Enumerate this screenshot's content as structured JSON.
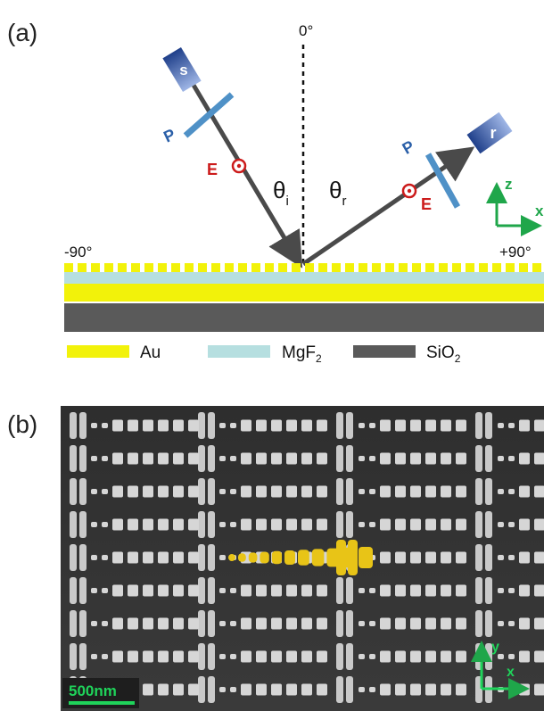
{
  "panel_a": {
    "label": "(a)",
    "normal_angle": "0°",
    "left_angle": "-90°",
    "right_angle": "+90°",
    "theta_i": "θ",
    "theta_i_sub": "i",
    "theta_r": "θ",
    "theta_r_sub": "r",
    "incident_box_label": "s",
    "reflected_box_label": "r",
    "polarizer_label_in": "P",
    "polarizer_label_out": "P",
    "field_label_in": "E",
    "field_label_out": "E",
    "axis_z": "z",
    "axis_x": "x",
    "legend": [
      {
        "label": "Au",
        "color": "#f2f20a"
      },
      {
        "label": "MgF",
        "sub": "2",
        "color": "#b6dfe0"
      },
      {
        "label": "SiO",
        "sub": "2",
        "color": "#5a5a5a"
      }
    ],
    "colors": {
      "beam": "#4a4a4a",
      "red": "#cc1b1b",
      "blue": "#2a5fa8",
      "green": "#1fa64a"
    }
  },
  "panel_b": {
    "label": "(b)",
    "scale_bar": "500nm",
    "axis_y": "y",
    "axis_x": "x",
    "highlight_color": "#e8c417"
  }
}
